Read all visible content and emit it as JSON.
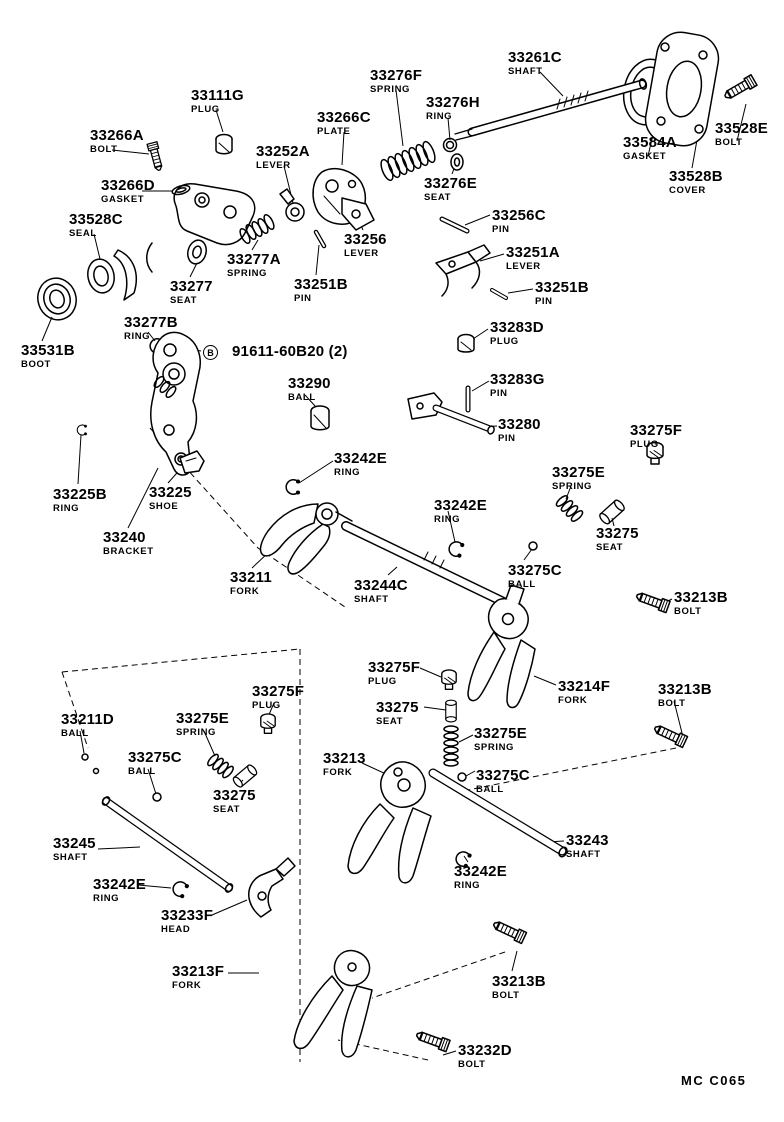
{
  "diagram": {
    "marker_b": "B",
    "footer_code": "MC C065"
  },
  "labels": [
    {
      "code": "33261C",
      "desc": "SHAFT"
    },
    {
      "code": "33276F",
      "desc": "SPRING"
    },
    {
      "code": "33111G",
      "desc": "PLUG"
    },
    {
      "code": "33276H",
      "desc": "RING"
    },
    {
      "code": "33266C",
      "desc": "PLATE"
    },
    {
      "code": "33528E",
      "desc": "BOLT"
    },
    {
      "code": "33266A",
      "desc": "BOLT"
    },
    {
      "code": "33252A",
      "desc": "LEVER"
    },
    {
      "code": "33584A",
      "desc": "GASKET"
    },
    {
      "code": "33276E",
      "desc": "SEAT"
    },
    {
      "code": "33528B",
      "desc": "COVER"
    },
    {
      "code": "33266D",
      "desc": "GASKET"
    },
    {
      "code": "33528C",
      "desc": "SEAL"
    },
    {
      "code": "33256C",
      "desc": "PIN"
    },
    {
      "code": "33256",
      "desc": "LEVER"
    },
    {
      "code": "33277A",
      "desc": "SPRING"
    },
    {
      "code": "33251A",
      "desc": "LEVER"
    },
    {
      "code": "33277",
      "desc": "SEAT"
    },
    {
      "code": "33251B",
      "desc": "PIN"
    },
    {
      "code": "33251B",
      "desc": "PIN"
    },
    {
      "code": "33277B",
      "desc": "RING"
    },
    {
      "code": "33283D",
      "desc": "PLUG"
    },
    {
      "code": "33531B",
      "desc": "BOOT"
    },
    {
      "code": "91611-60B20 (2)",
      "desc": ""
    },
    {
      "code": "33290",
      "desc": "BALL"
    },
    {
      "code": "33283G",
      "desc": "PIN"
    },
    {
      "code": "33280",
      "desc": "PIN"
    },
    {
      "code": "33275F",
      "desc": "PLUG"
    },
    {
      "code": "33242E",
      "desc": "RING"
    },
    {
      "code": "33275E",
      "desc": "SPRING"
    },
    {
      "code": "33225B",
      "desc": "RING"
    },
    {
      "code": "33225",
      "desc": "SHOE"
    },
    {
      "code": "33242E",
      "desc": "RING"
    },
    {
      "code": "33275",
      "desc": "SEAT"
    },
    {
      "code": "33240",
      "desc": "BRACKET"
    },
    {
      "code": "33275C",
      "desc": "BALL"
    },
    {
      "code": "33211",
      "desc": "FORK"
    },
    {
      "code": "33244C",
      "desc": "SHAFT"
    },
    {
      "code": "33213B",
      "desc": "BOLT"
    },
    {
      "code": "33275F",
      "desc": "PLUG"
    },
    {
      "code": "33214F",
      "desc": "FORK"
    },
    {
      "code": "33213B",
      "desc": "BOLT"
    },
    {
      "code": "33275F",
      "desc": "PLUG"
    },
    {
      "code": "33211D",
      "desc": "BALL"
    },
    {
      "code": "33275",
      "desc": "SEAT"
    },
    {
      "code": "33275E",
      "desc": "SPRING"
    },
    {
      "code": "33275E",
      "desc": "SPRING"
    },
    {
      "code": "33275C",
      "desc": "BALL"
    },
    {
      "code": "33213",
      "desc": "FORK"
    },
    {
      "code": "33275C",
      "desc": "BALL"
    },
    {
      "code": "33275",
      "desc": "SEAT"
    },
    {
      "code": "33245",
      "desc": "SHAFT"
    },
    {
      "code": "33243",
      "desc": "SHAFT"
    },
    {
      "code": "33242E",
      "desc": "RING"
    },
    {
      "code": "33242E",
      "desc": "RING"
    },
    {
      "code": "33233F",
      "desc": "HEAD"
    },
    {
      "code": "33213F",
      "desc": "FORK"
    },
    {
      "code": "33213B",
      "desc": "BOLT"
    },
    {
      "code": "33232D",
      "desc": "BOLT"
    }
  ]
}
